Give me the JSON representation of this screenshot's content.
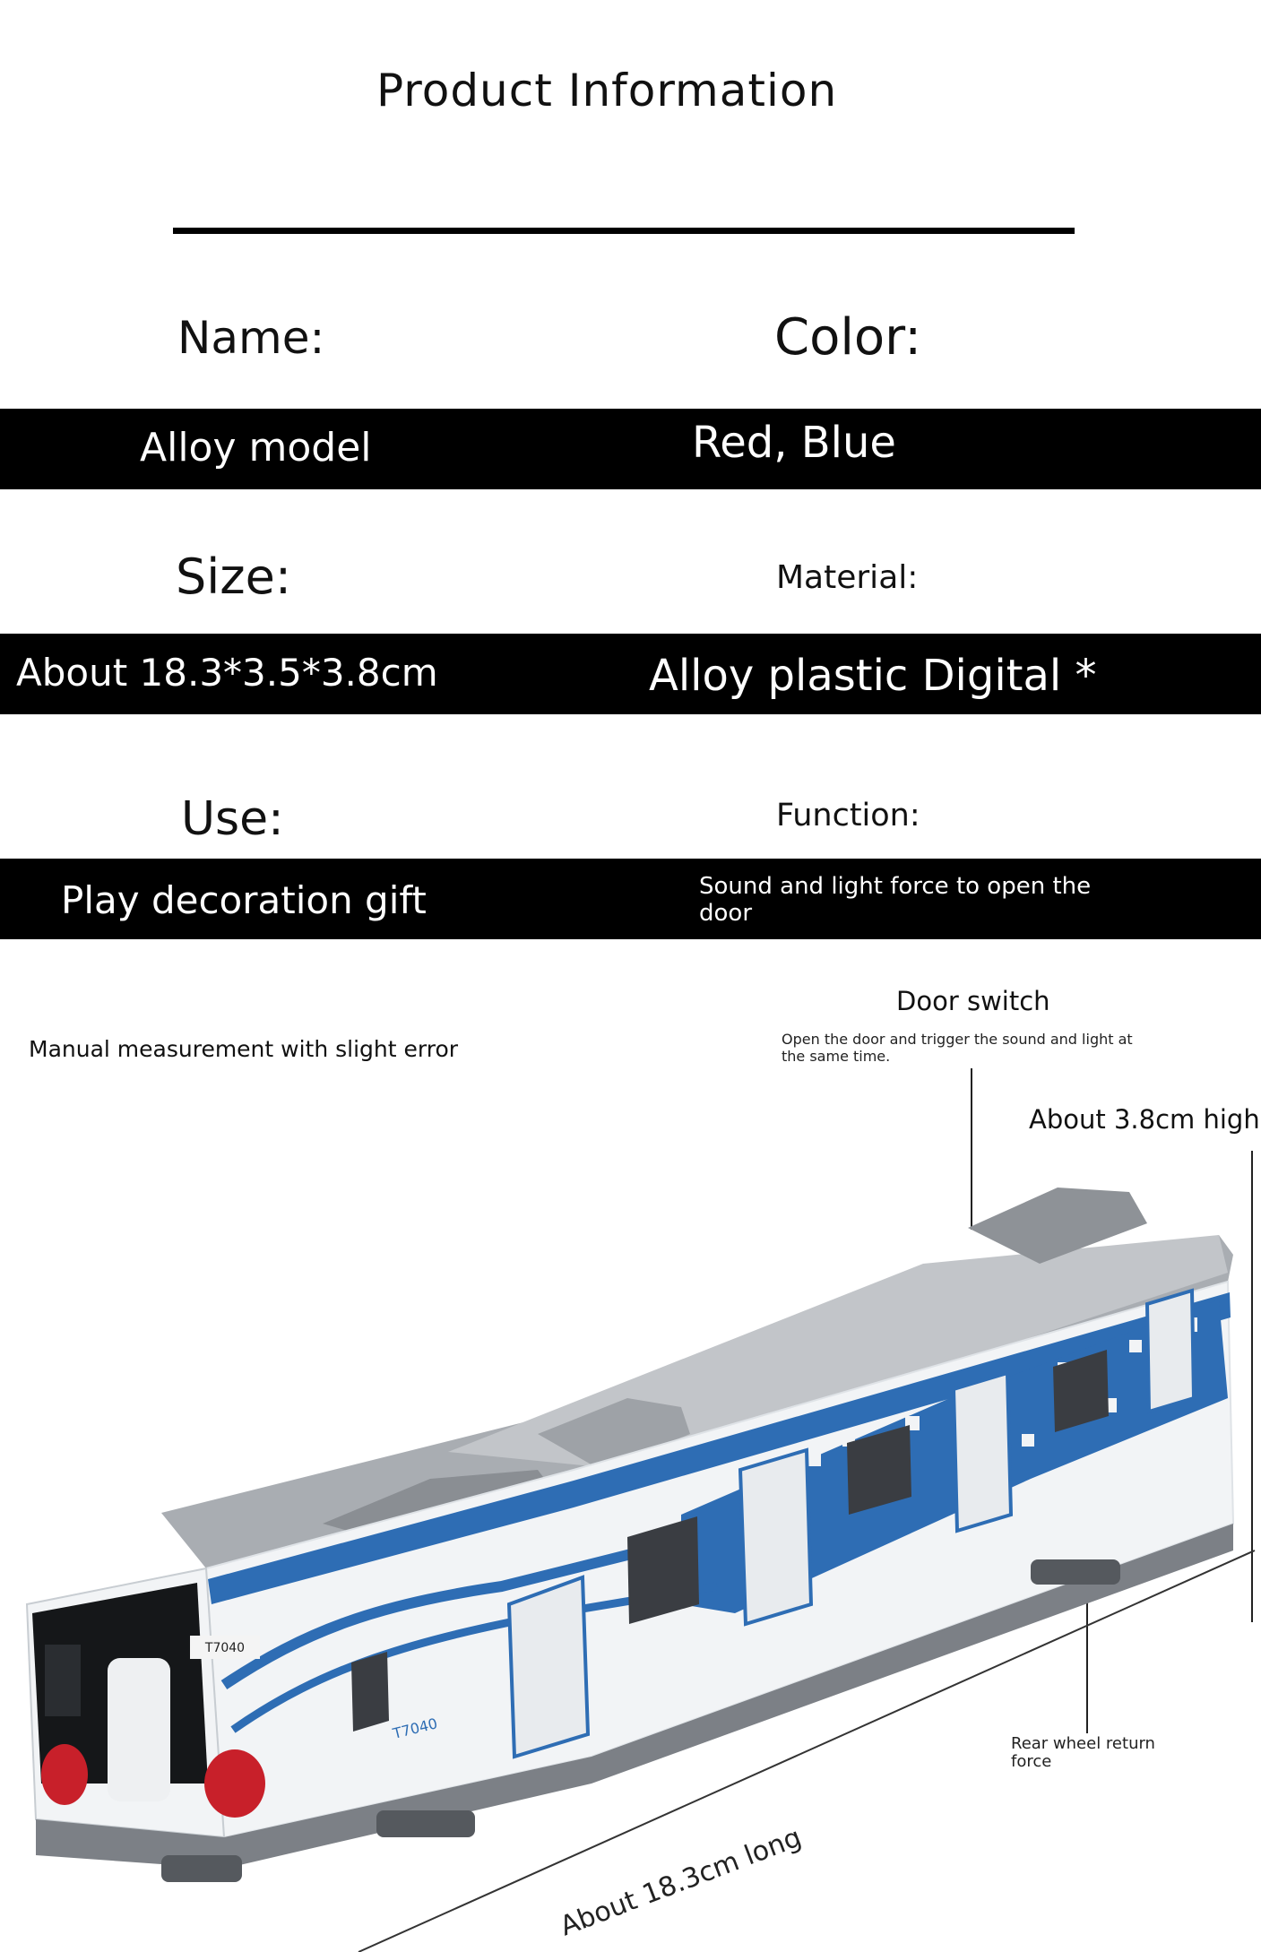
{
  "header": {
    "title": "Product Information"
  },
  "specs": {
    "name_label": "Name:",
    "name_value": "Alloy model",
    "color_label": "Color:",
    "color_value": "Red, Blue",
    "size_label": "Size:",
    "size_value": "About 18.3*3.5*3.8cm",
    "material_label": "Material:",
    "material_value": "Alloy plastic Digital *",
    "use_label": "Use:",
    "use_value": "Play decoration gift",
    "function_label": "Function:",
    "function_value": "Sound and light force to open the door"
  },
  "photo": {
    "measure_note": "Manual measurement with slight error",
    "door_switch_title": "Door switch",
    "door_switch_desc": "Open the door and trigger the sound and light at the same time.",
    "height_label": "About 3.8cm high",
    "rear_wheel_label": "Rear wheel return force",
    "length_label": "About 18.3cm long",
    "train_number": "T7040"
  },
  "colors": {
    "train_blue": "#2e6db4",
    "train_white": "#f2f4f6",
    "roof_gray": "#9a9ea3",
    "light_red": "#c8202a"
  }
}
